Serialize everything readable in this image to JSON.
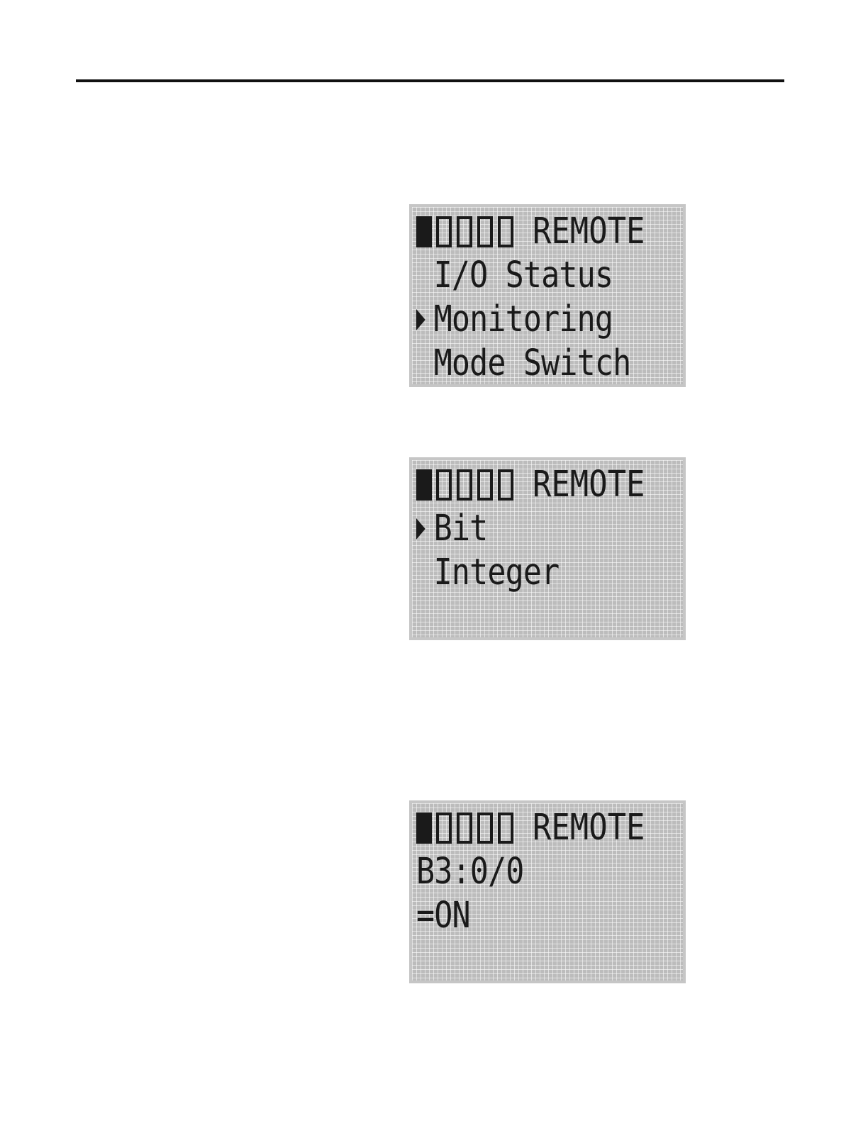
{
  "screens": [
    {
      "status": "REMOTE",
      "lines": [
        {
          "cursor": false,
          "text": "I/O Status"
        },
        {
          "cursor": true,
          "text": "Monitoring"
        },
        {
          "cursor": false,
          "text": "Mode Switch"
        }
      ]
    },
    {
      "status": "REMOTE",
      "lines": [
        {
          "cursor": true,
          "text": "Bit"
        },
        {
          "cursor": false,
          "text": "Integer"
        },
        {
          "cursor": false,
          "text": ""
        }
      ]
    },
    {
      "status": "REMOTE",
      "lines": [
        {
          "cursor": false,
          "text": "B3:0/0",
          "flush": true
        },
        {
          "cursor": false,
          "text": "=ON",
          "flush": true
        },
        {
          "cursor": false,
          "text": ""
        }
      ]
    }
  ],
  "icons": {
    "status_blocks": [
      "filled-block-icon",
      "empty-block-icon",
      "empty-block-icon",
      "empty-block-icon",
      "empty-block-icon"
    ],
    "cursor": "triangle-right-icon"
  }
}
